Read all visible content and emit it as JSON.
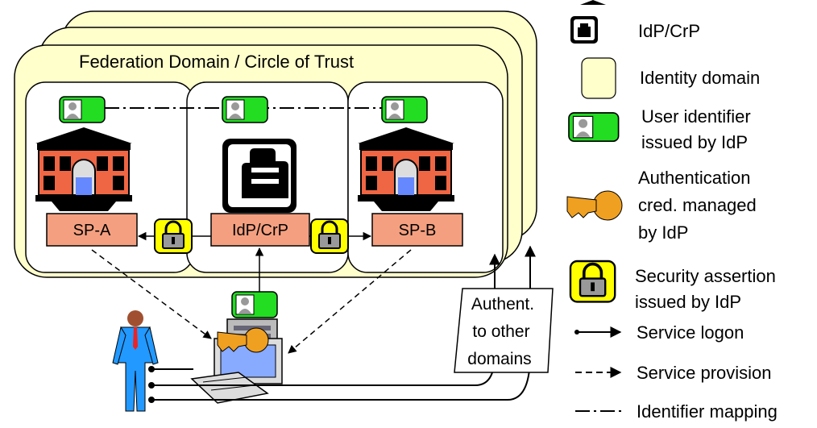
{
  "diagram": {
    "domain_title": "Federation Domain / Circle of Trust",
    "sp_a": "SP-A",
    "idp": "IdP/CrP",
    "sp_b": "SP-B",
    "authent_note": [
      "Authent.",
      "to other",
      "domains"
    ]
  },
  "legend": {
    "idp_label": "IdP/CrP",
    "identity_domain": "Identity domain",
    "user_identifier": [
      "User identifier",
      "issued by IdP"
    ],
    "auth_cred": [
      "Authentication",
      "cred. managed",
      "by IdP"
    ],
    "security_assertion": [
      "Security assertion",
      "issued by IdP"
    ],
    "service_logon": "Service logon",
    "service_provision": "Service provision",
    "identifier_mapping": "Identifier mapping"
  },
  "colors": {
    "domain_fill": "#ffffcc",
    "user_id_green": "#22dd22",
    "building_red": "#ee6644",
    "sp_box": "#f4a080",
    "lock_yellow": "#ffff00",
    "key_orange": "#f0a020",
    "person_blue": "#2299ff"
  }
}
